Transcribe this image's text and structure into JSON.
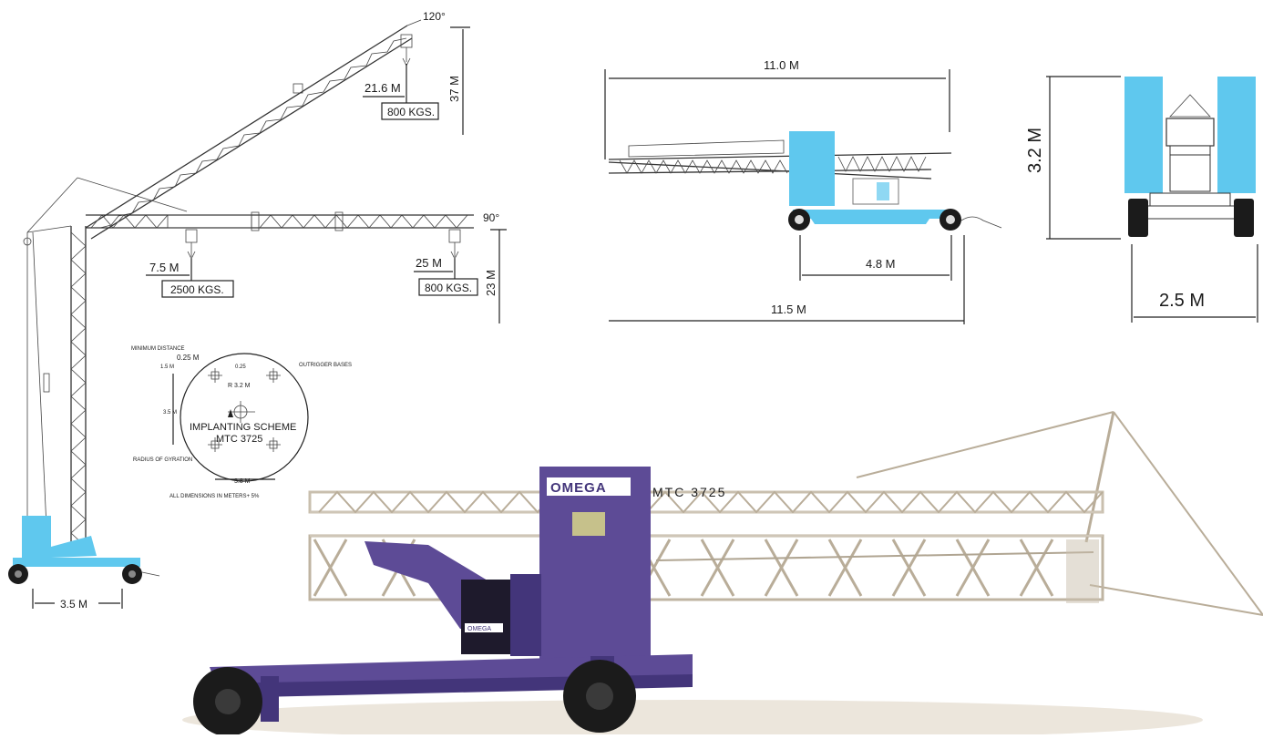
{
  "colors": {
    "machine_cyan": "#5fc8ee",
    "crane_purple": "#5d4b96",
    "boom_beige": "#c9bfae",
    "line": "#222222"
  },
  "elevation_diagram": {
    "angle_top": "120°",
    "height_top": "37 M",
    "radius_top": "21.6 M",
    "load_top": "800 KGS.",
    "angle_horizontal": "90°",
    "radius_near": "7.5 M",
    "load_near": "2500 KGS.",
    "radius_far": "25 M",
    "load_far": "800 KGS.",
    "height_horizontal": "23 M",
    "wheelbase": "3.5 M"
  },
  "side_view": {
    "overall_boom_length": "11.0 M",
    "axle_distance": "4.8 M",
    "overall_length": "11.5 M"
  },
  "front_view": {
    "height": "3.2 M",
    "width": "2.5 M"
  },
  "implanting_scheme": {
    "title": "IMPLANTING SCHEME",
    "model": "MTC 3725",
    "minimum_distance_label": "MINIMUM DISTANCE",
    "min_distance": "0.25 M",
    "offset_small": "0.25",
    "offset_left": "1.5 M",
    "radius": "R 3.2 M",
    "outrigger_label": "OUTRIGGER BASES",
    "side_distance": "3.5 M",
    "radius_of_gyration_label": "RADIUS OF GYRATION",
    "base_width": "3.8 M",
    "footnote": "ALL DIMENSIONS IN METERS+ 5%"
  },
  "photo": {
    "brand": "OMEGA",
    "model_plate": "MTC 3725",
    "engine_brand": "OMEGA"
  }
}
